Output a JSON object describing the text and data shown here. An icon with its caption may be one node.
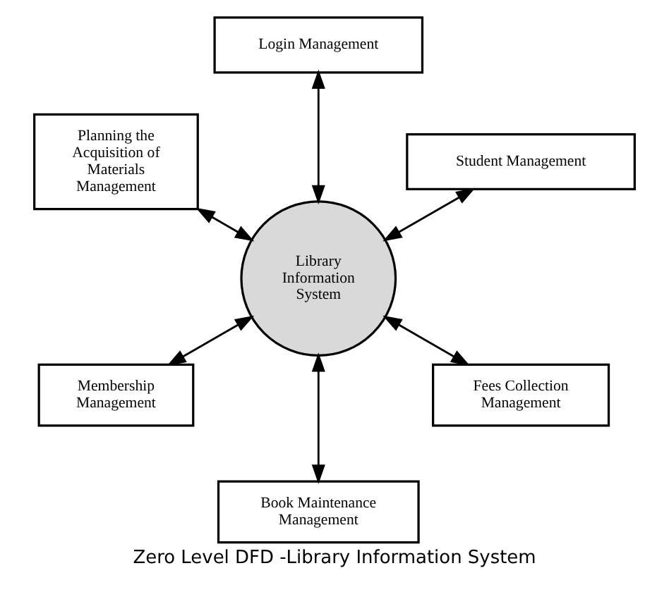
{
  "diagram": {
    "title": "Zero Level DFD -Library Information System",
    "nodes": [
      {
        "text": [
          "Library Information System"
        ]
      },
      {
        "text": [
          "Student Management"
        ]
      },
      {
        "text": [
          "Login Management"
        ]
      },
      {
        "text": [
          "Planning the Acquisition of Materials Management"
        ]
      },
      {
        "text": [
          "Membership Management"
        ]
      },
      {
        "text": [
          "Book Maintenance Management"
        ]
      },
      {
        "text": [
          "Fees Collection Management"
        ]
      }
    ],
    "edges": [
      {
        "from": 0,
        "to": 1,
        "arrow": "both"
      },
      {
        "from": 0,
        "to": 2,
        "arrow": "both"
      },
      {
        "from": 0,
        "to": 3,
        "arrow": "both"
      },
      {
        "from": 0,
        "to": 4,
        "arrow": "both"
      },
      {
        "from": 0,
        "to": 5,
        "arrow": "both"
      },
      {
        "from": 0,
        "to": 6,
        "arrow": "both"
      }
    ]
  }
}
